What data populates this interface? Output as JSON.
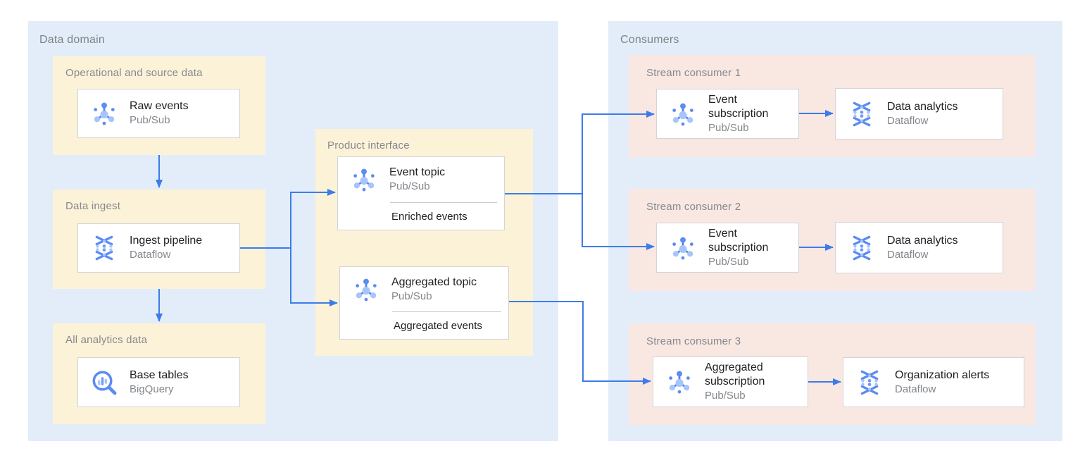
{
  "colors": {
    "panel_blue": "#e3edfa",
    "group_yellow": "#fcf2d8",
    "group_pink": "#f9e7e2",
    "connector_blue": "#3d7ce8",
    "card_border": "#d2d4d7",
    "title_text": "#202124",
    "muted_text": "#82878c",
    "icon_blue_dark": "#5b8cf0",
    "icon_blue_light": "#a6c5fa"
  },
  "data_domain": {
    "label": "Data domain",
    "operational": {
      "label": "Operational and source data",
      "card": {
        "title": "Raw events",
        "subtitle": "Pub/Sub",
        "icon": "pubsub-icon"
      }
    },
    "ingest": {
      "label": "Data ingest",
      "card": {
        "title": "Ingest pipeline",
        "subtitle": "Dataflow",
        "icon": "dataflow-icon"
      }
    },
    "analytics": {
      "label": "All analytics data",
      "card": {
        "title": "Base tables",
        "subtitle": "BigQuery",
        "icon": "bigquery-icon"
      }
    },
    "product_interface": {
      "label": "Product interface",
      "cards": [
        {
          "title": "Event topic",
          "subtitle": "Pub/Sub",
          "footer": "Enriched events",
          "icon": "pubsub-icon"
        },
        {
          "title": "Aggregated topic",
          "subtitle": "Pub/Sub",
          "footer": "Aggregated events",
          "icon": "pubsub-icon"
        }
      ]
    }
  },
  "consumers": {
    "label": "Consumers",
    "rows": [
      {
        "label": "Stream consumer 1",
        "source": {
          "title": "Event subscription",
          "subtitle": "Pub/Sub",
          "icon": "pubsub-icon"
        },
        "sink": {
          "title": "Data analytics",
          "subtitle": "Dataflow",
          "icon": "dataflow-icon"
        }
      },
      {
        "label": "Stream consumer 2",
        "source": {
          "title": "Event subscription",
          "subtitle": "Pub/Sub",
          "icon": "pubsub-icon"
        },
        "sink": {
          "title": "Data analytics",
          "subtitle": "Dataflow",
          "icon": "dataflow-icon"
        }
      },
      {
        "label": "Stream consumer 3",
        "source": {
          "title": "Aggregated subscription",
          "subtitle": "Pub/Sub",
          "icon": "pubsub-icon"
        },
        "sink": {
          "title": "Organization alerts",
          "subtitle": "Dataflow",
          "icon": "dataflow-icon"
        }
      }
    ]
  }
}
